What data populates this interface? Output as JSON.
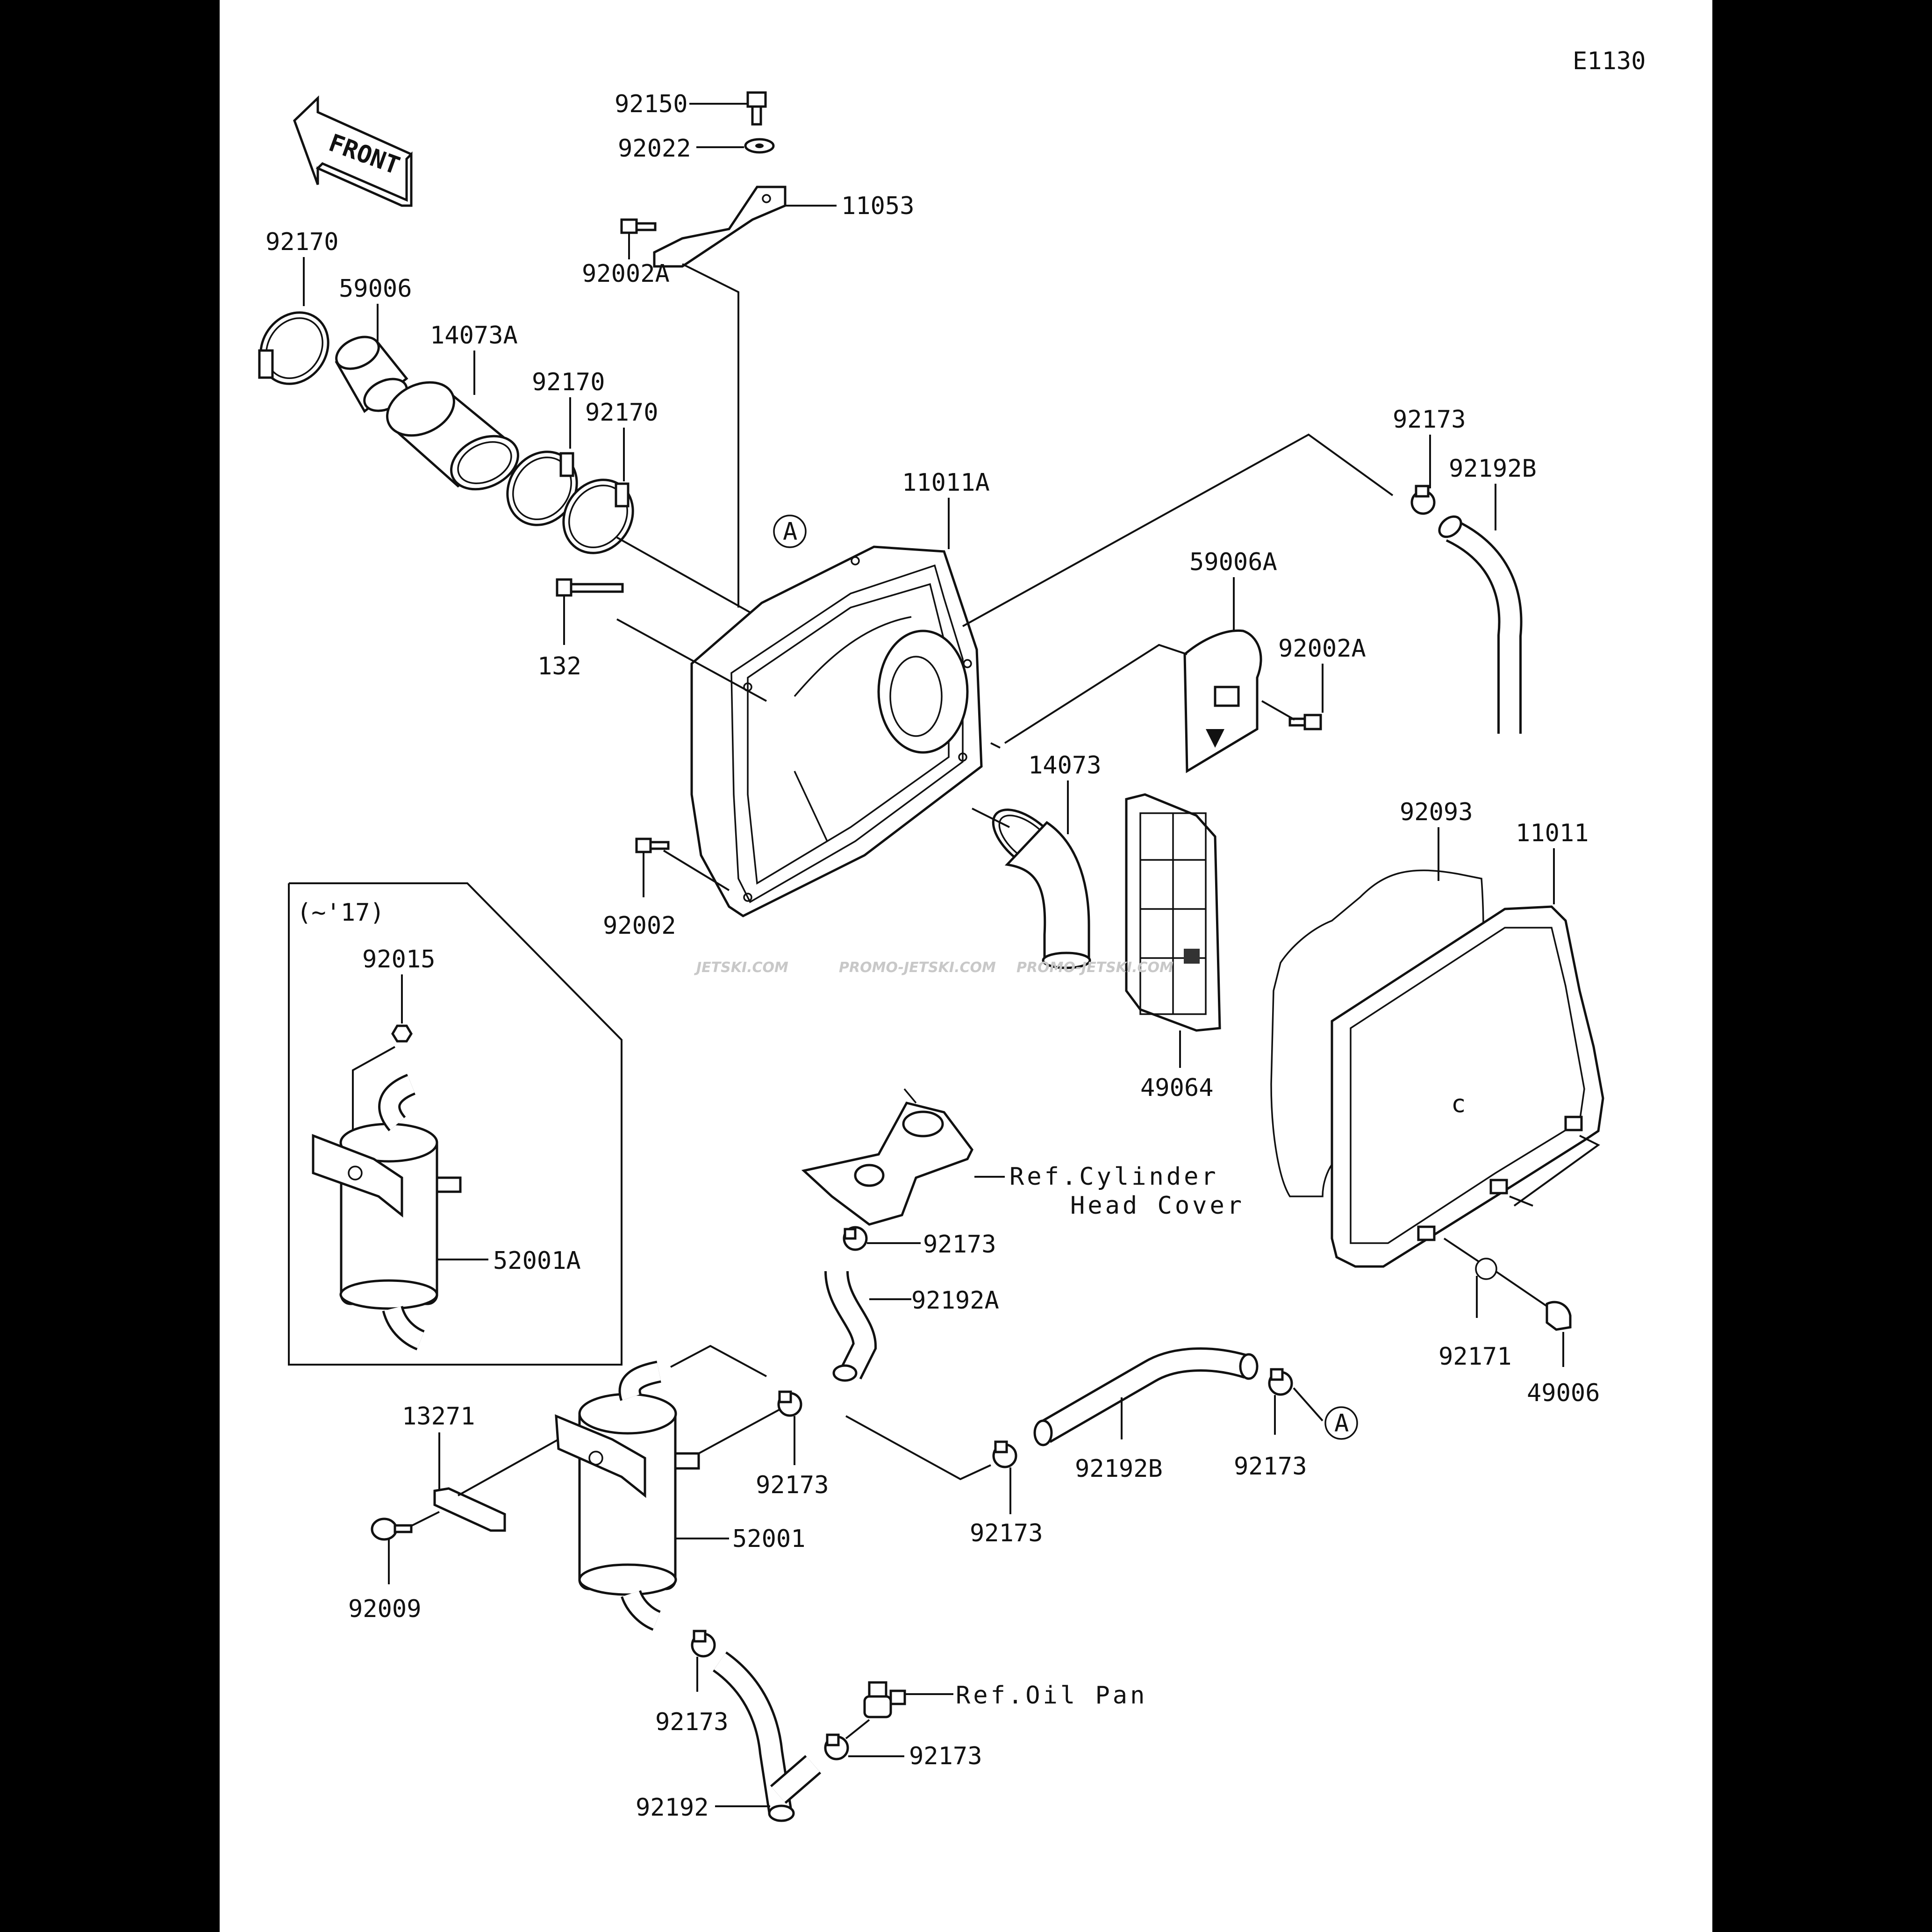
{
  "diagram_code": "E1130",
  "front_marker": "FRONT",
  "callouts": {
    "c92150": "92150",
    "c92022": "92022",
    "c11053": "11053",
    "c92002A_top": "92002A",
    "c92170_a": "92170",
    "c59006": "59006",
    "c14073A": "14073A",
    "c92170_b": "92170",
    "c92170_c": "92170",
    "c11011A": "11011A",
    "c132": "132",
    "c92002": "92002",
    "c92173_top": "92173",
    "c92192B_top": "92192B",
    "c59006A": "59006A",
    "c92002A_right": "92002A",
    "c14073": "14073",
    "c49064": "49064",
    "c92093": "92093",
    "c11011": "11011",
    "c92171": "92171",
    "c49006": "49006",
    "c92015": "92015",
    "c52001A": "52001A",
    "c92173_head": "92173",
    "c92192A": "92192A",
    "c13271": "13271",
    "c92173_mid": "92173",
    "c52001": "52001",
    "c92009": "92009",
    "c92173_low": "92173",
    "c92192B_bottom": "92192B",
    "c92173_right": "92173",
    "c92173_tank": "92173",
    "c92173_pan": "92173",
    "c92192": "92192"
  },
  "references": {
    "cyl_line1": "Ref.Cylinder",
    "cyl_line2": "Head Cover",
    "oil_pan": "Ref.Oil Pan"
  },
  "inset_label": "(~'17)",
  "circle_marker": "A",
  "watermarks": [
    "JETSKI.COM",
    "PROMO-JETSKI.COM",
    "PROMO-JETSKI.COM"
  ]
}
